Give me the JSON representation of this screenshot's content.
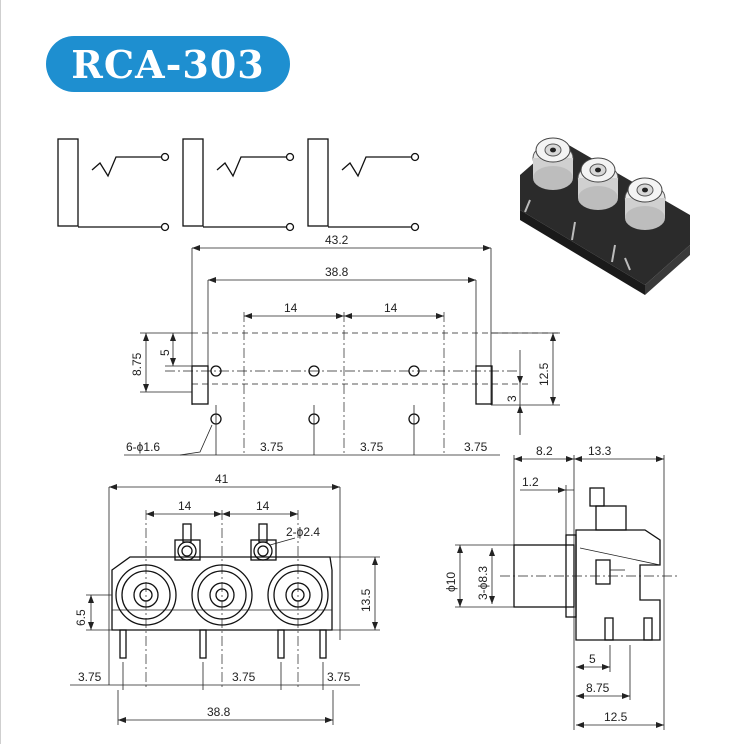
{
  "title": "RCA-303",
  "top_view": {
    "overall_width": "43.2",
    "inner_width": "38.8",
    "pitch_left": "14",
    "pitch_right": "14",
    "left_height": "8.75",
    "left_small": "5",
    "right_height": "12.5",
    "right_small": "3",
    "holes": "6-ϕ1.6",
    "offset_1": "3.75",
    "offset_2": "3.75",
    "offset_3": "3.75"
  },
  "front_view": {
    "overall_width": "41",
    "pitch_left": "14",
    "pitch_right": "14",
    "pin_dia": "2-ϕ2.4",
    "height": "13.5",
    "center_height": "6.5",
    "offset_1": "3.75",
    "offset_2": "3.75",
    "offset_3": "3.75",
    "bottom_width": "38.8"
  },
  "side_view": {
    "depth_1": "8.2",
    "depth_2": "13.3",
    "flange": "1.2",
    "outer_dia": "ϕ10",
    "inner_dia": "3-ϕ8.3",
    "pin_1": "5",
    "pin_2": "8.75",
    "pin_3": "12.5"
  },
  "photo": {
    "description_icon": "rca-jack-photo-icon"
  }
}
